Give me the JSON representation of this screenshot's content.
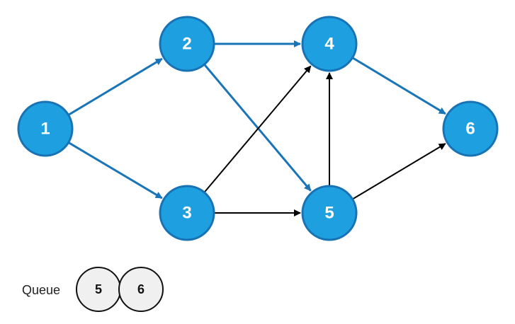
{
  "colors": {
    "node_fill": "#1e9fe0",
    "node_stroke": "#1873b4",
    "visited_edge": "#1a75b8",
    "unvisited_edge": "#000000",
    "queue_fill": "#f0f0f0",
    "queue_stroke": "#111111"
  },
  "graph": {
    "nodes": [
      {
        "id": "1"
      },
      {
        "id": "2"
      },
      {
        "id": "3"
      },
      {
        "id": "4"
      },
      {
        "id": "5"
      },
      {
        "id": "6"
      }
    ],
    "edges": [
      {
        "from": "1",
        "to": "2",
        "state": "visited"
      },
      {
        "from": "1",
        "to": "3",
        "state": "visited"
      },
      {
        "from": "2",
        "to": "4",
        "state": "visited"
      },
      {
        "from": "2",
        "to": "5",
        "state": "visited"
      },
      {
        "from": "4",
        "to": "6",
        "state": "visited"
      },
      {
        "from": "3",
        "to": "4",
        "state": "unvisited"
      },
      {
        "from": "3",
        "to": "5",
        "state": "unvisited"
      },
      {
        "from": "5",
        "to": "4",
        "state": "unvisited"
      },
      {
        "from": "5",
        "to": "6",
        "state": "unvisited"
      }
    ]
  },
  "queue": {
    "label": "Queue",
    "items": [
      "5",
      "6"
    ]
  }
}
